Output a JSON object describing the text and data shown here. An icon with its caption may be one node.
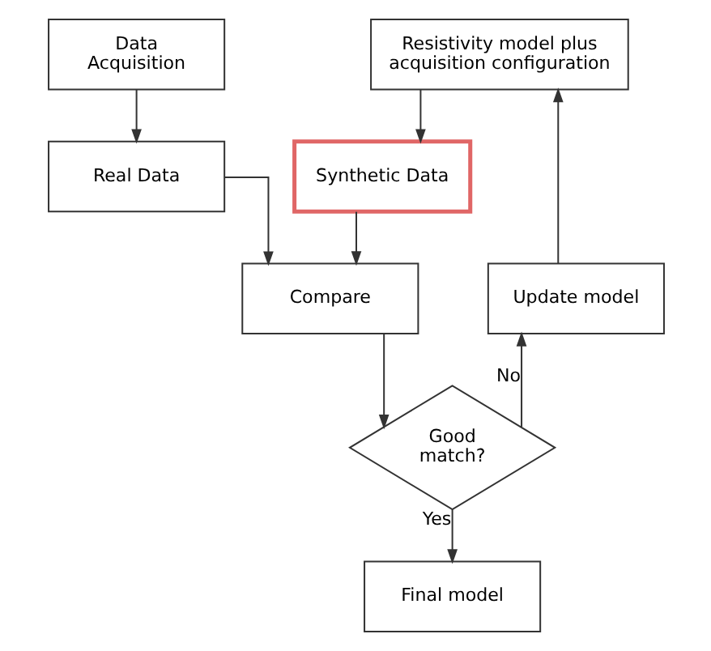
{
  "diagram": {
    "nodes": [
      {
        "text": [
          "Data Acquisition"
        ]
      },
      {
        "text": [
          "Resistivity model plus acquisition configuration"
        ]
      },
      {
        "text": [
          "Real Data"
        ]
      },
      {
        "text": [
          "Synthetic Data"
        ]
      },
      {
        "text": [
          "Compare"
        ]
      },
      {
        "text": [
          "Update model"
        ]
      },
      {
        "text": [
          "Good match?"
        ]
      },
      {
        "text": [
          "Final model"
        ]
      }
    ],
    "edges": [
      {
        "from": 0,
        "to": 2,
        "arrow": "to"
      },
      {
        "from": 1,
        "to": 3,
        "arrow": "to"
      },
      {
        "from": 2,
        "to": 4,
        "arrow": "to"
      },
      {
        "from": 3,
        "to": 4,
        "arrow": "to"
      },
      {
        "from": 4,
        "to": 6,
        "arrow": "to"
      },
      {
        "from": 6,
        "to": 5,
        "label": "No",
        "arrow": "to"
      },
      {
        "from": 5,
        "to": 1,
        "arrow": "to"
      },
      {
        "from": 6,
        "to": 7,
        "label": "Yes",
        "arrow": "to"
      }
    ]
  }
}
